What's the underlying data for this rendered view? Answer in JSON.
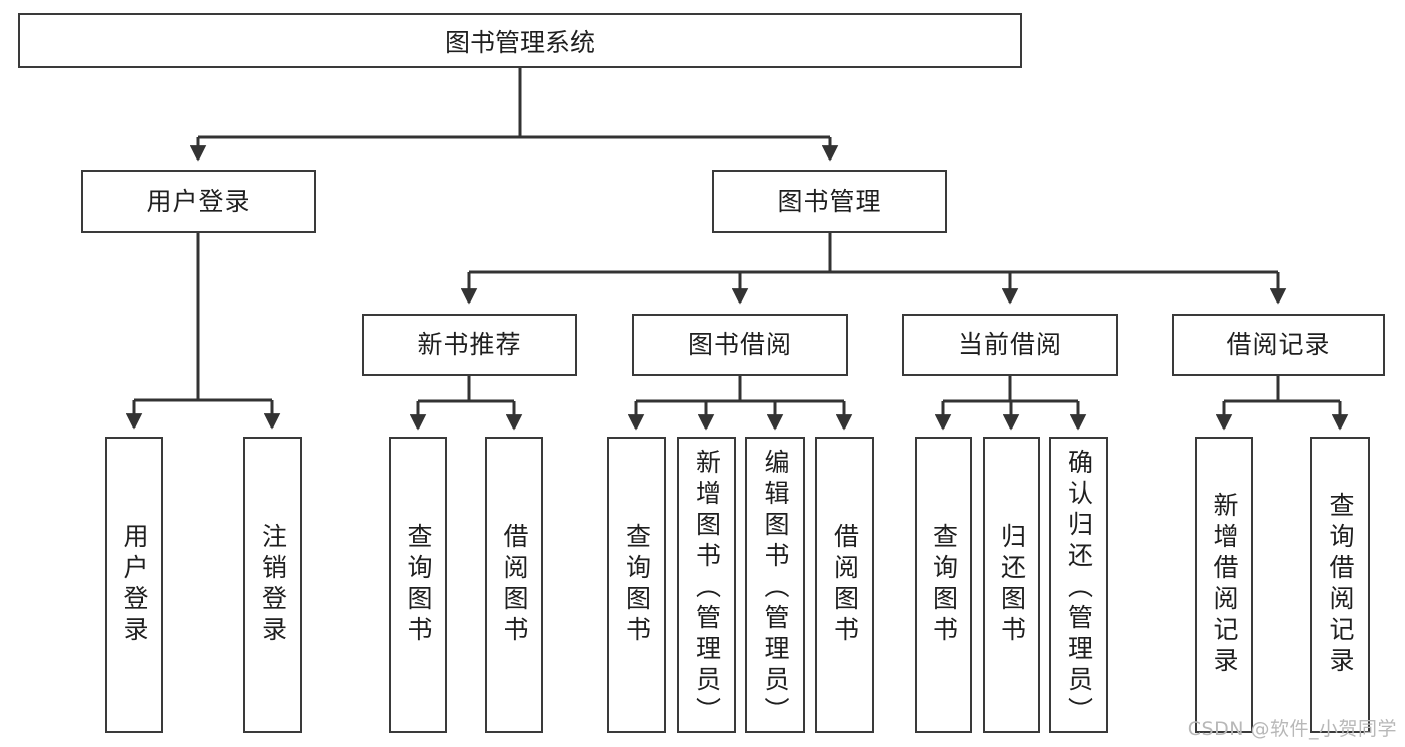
{
  "diagram": {
    "title": "图书管理系统",
    "type": "hierarchy-tree",
    "levels": 4,
    "root": {
      "id": "root",
      "label": "图书管理系统"
    },
    "level2": [
      {
        "id": "user-login",
        "label": "用户登录"
      },
      {
        "id": "book-management",
        "label": "图书管理"
      }
    ],
    "level3": [
      {
        "id": "new-book-recommend",
        "label": "新书推荐",
        "parent": "book-management"
      },
      {
        "id": "book-borrow",
        "label": "图书借阅",
        "parent": "book-management"
      },
      {
        "id": "current-borrow",
        "label": "当前借阅",
        "parent": "book-management"
      },
      {
        "id": "borrow-record",
        "label": "借阅记录",
        "parent": "book-management"
      }
    ],
    "leaves": {
      "user_login": [
        {
          "id": "leaf-user-login",
          "label": "用户登录"
        },
        {
          "id": "leaf-logout",
          "label": "注销登录"
        }
      ],
      "new_book_recommend": [
        {
          "id": "leaf-query-book-1",
          "label": "查询图书"
        },
        {
          "id": "leaf-borrow-book-1",
          "label": "借阅图书"
        }
      ],
      "book_borrow": [
        {
          "id": "leaf-query-book-2",
          "label": "查询图书"
        },
        {
          "id": "leaf-add-book",
          "label": "新增图书（管理员）"
        },
        {
          "id": "leaf-edit-book",
          "label": "编辑图书（管理员）"
        },
        {
          "id": "leaf-borrow-book-2",
          "label": "借阅图书"
        }
      ],
      "current_borrow": [
        {
          "id": "leaf-query-book-3",
          "label": "查询图书"
        },
        {
          "id": "leaf-return-book",
          "label": "归还图书"
        },
        {
          "id": "leaf-confirm-return",
          "label": "确认归还（管理员）"
        }
      ],
      "borrow_record": [
        {
          "id": "leaf-add-record",
          "label": "新增借阅记录"
        },
        {
          "id": "leaf-query-record",
          "label": "查询借阅记录"
        }
      ]
    }
  },
  "watermark": {
    "text": "CSDN @软件_小贺同学"
  },
  "colors": {
    "border": "#3a3a3a",
    "text": "#1f1f1f",
    "background": "#ffffff",
    "edge": "#333333",
    "watermark": "#b8b8b8"
  }
}
